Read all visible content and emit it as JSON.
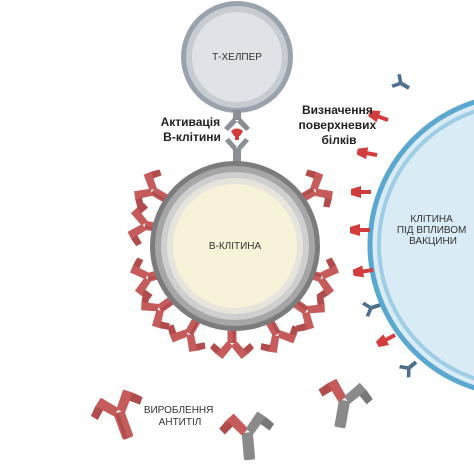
{
  "labels": {
    "t_helper": "Т-ХЕЛПЕР",
    "b_cell": "В-КЛІТИНА",
    "activation_line1": "Активація",
    "activation_line2": "В-клітини",
    "surface_line1": "Визначення",
    "surface_line2": "поверхневих",
    "surface_line3": "білків",
    "vaccine_cell_line1": "КЛІТИНА",
    "vaccine_cell_line2": "ПІД ВПЛИВОМ",
    "vaccine_cell_line3": "ВАКЦИНИ",
    "antibodies_line1": "ВИРОБЛЕННЯ",
    "antibodies_line2": "АНТИТІЛ"
  },
  "colors": {
    "antibody_red": "#c65b5b",
    "antibody_dark": "#a84646",
    "antibody_gray": "#8a8a8a",
    "b_cell_core": "#f7f3d9",
    "b_cell_ring": "#b5b5b5",
    "t_helper_core": "#dfe3e8",
    "t_helper_ring": "#9aa3ad",
    "vaccine_cell_fill": "#d9ecf6",
    "vaccine_cell_edge": "#5aa7cf",
    "antigen_red": "#d23c3c",
    "antigen_blue": "#4f6f8c"
  }
}
